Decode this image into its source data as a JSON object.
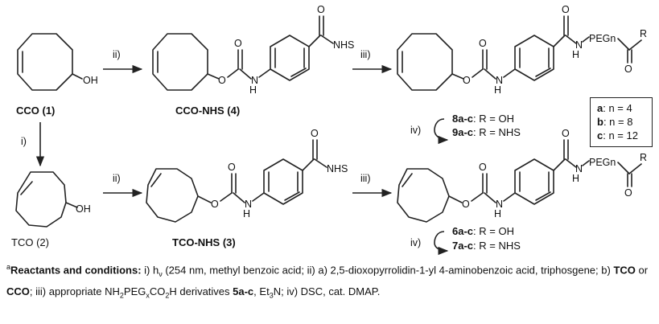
{
  "compounds": {
    "cco": "CCO (1)",
    "tco_name": "TCO",
    "tco_num": " (2)",
    "cco_nhs": "CCO-NHS (4)",
    "tco_nhs": "TCO-NHS (3)"
  },
  "atoms": {
    "oh": "OH",
    "o": "O",
    "h": "H",
    "nhs": "NHS",
    "n": "N",
    "pegn": "PEGn",
    "r": "R"
  },
  "steps": {
    "i": "i)",
    "ii": "ii)",
    "iii": "iii)",
    "iv": "iv)"
  },
  "products_top": {
    "line1_bold": "8a-c",
    "line1_rest": ": R = OH",
    "line2_bold": "9a-c",
    "line2_rest": ": R = NHS"
  },
  "products_bottom": {
    "line1_bold": "6a-c",
    "line1_rest": ": R = OH",
    "line2_bold": "7a-c",
    "line2_rest": ": R = NHS"
  },
  "legend": [
    {
      "key": "a",
      "value": ": n = 4"
    },
    {
      "key": "b",
      "value": ": n = 8"
    },
    {
      "key": "c",
      "value": ": n = 12"
    }
  ],
  "footnote": {
    "marker": "a",
    "title": "Reactants and conditions:",
    "p1": " i) h",
    "nu": "ν",
    "p2": " (254 nm, methyl benzoic acid; ii) a) 2,5-dioxopyrrolidin-1-yl 4-aminobenzoic acid, triphosgene; b) ",
    "tco": "TCO",
    "p3": " or ",
    "cco": "CCO",
    "p4": "; iii) appropriate NH",
    "sub2": "2",
    "p5": "PEG",
    "subx": "x",
    "p6": "CO",
    "sub2b": "2",
    "p7": "H derivatives ",
    "deriv": "5a-c",
    "p8": ", Et",
    "sub3": "3",
    "p9": "N; iv) DSC, cat. DMAP."
  }
}
